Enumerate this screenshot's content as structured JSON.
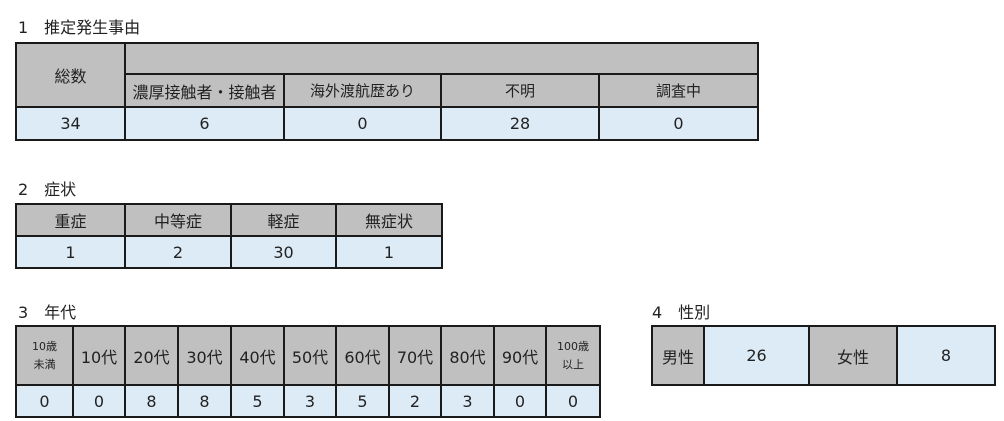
{
  "section1": {
    "title": "1　推定発生事由",
    "total_label": "総数",
    "columns": [
      "濃厚接触者・接触者",
      "海外渡航歴あり",
      "不明",
      "調査中"
    ],
    "total_value": "34",
    "values": [
      "6",
      "0",
      "28",
      "0"
    ]
  },
  "section2": {
    "title": "2　症状",
    "columns": [
      "重症",
      "中等症",
      "軽症",
      "無症状"
    ],
    "values": [
      "1",
      "2",
      "30",
      "1"
    ]
  },
  "section3": {
    "title": "3　年代",
    "columns": [
      "10歳未満",
      "10代",
      "20代",
      "30代",
      "40代",
      "50代",
      "60代",
      "70代",
      "80代",
      "90代",
      "100歳以上"
    ],
    "columns_display": [
      [
        "10歳",
        "未満"
      ],
      "10代",
      "20代",
      "30代",
      "40代",
      "50代",
      "60代",
      "70代",
      "80代",
      "90代",
      [
        "100歳",
        "以上"
      ]
    ],
    "values": [
      "0",
      "0",
      "8",
      "8",
      "5",
      "3",
      "5",
      "2",
      "3",
      "0",
      "0"
    ]
  },
  "section4": {
    "title": "4　性別",
    "male_label": "男性",
    "male_value": "26",
    "female_label": "女性",
    "female_value": "8"
  },
  "colors": {
    "header_bg": "#c0c0c0",
    "value_bg": "#ddebf7",
    "border": "#1a1a1a"
  }
}
